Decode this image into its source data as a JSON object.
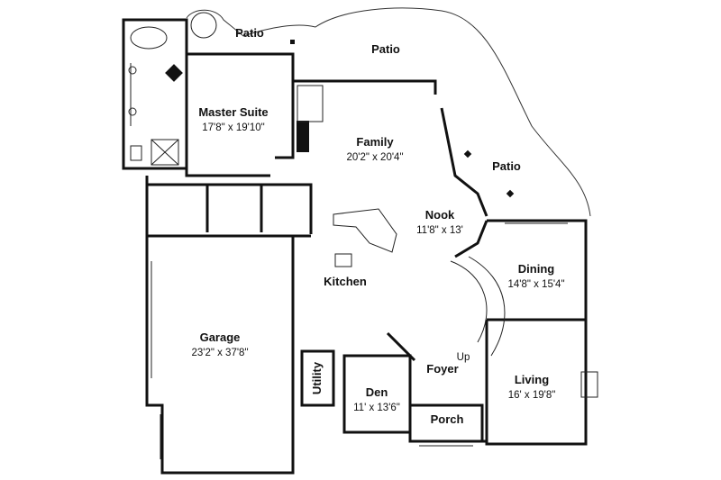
{
  "rooms": {
    "patio_1": {
      "label": "Patio"
    },
    "patio_2": {
      "label": "Patio"
    },
    "patio_3": {
      "label": "Patio"
    },
    "master_suite": {
      "label": "Master Suite",
      "dims": "17'8\" x 19'10\""
    },
    "family": {
      "label": "Family",
      "dims": "20'2\" x 20'4\""
    },
    "nook": {
      "label": "Nook",
      "dims": "11'8\" x 13'"
    },
    "dining": {
      "label": "Dining",
      "dims": "14'8\" x 15'4\""
    },
    "kitchen": {
      "label": "Kitchen"
    },
    "garage": {
      "label": "Garage",
      "dims": "23'2\" x 37'8\""
    },
    "utility": {
      "label": "Utility"
    },
    "den": {
      "label": "Den",
      "dims": "11' x 13'6\""
    },
    "foyer": {
      "label": "Foyer"
    },
    "stair_up": {
      "label": "Up"
    },
    "living": {
      "label": "Living",
      "dims": "16' x 19'8\""
    },
    "porch": {
      "label": "Porch"
    }
  },
  "colors": {
    "ink": "#111111",
    "fixture_gray": "#888888",
    "background": "#ffffff"
  }
}
